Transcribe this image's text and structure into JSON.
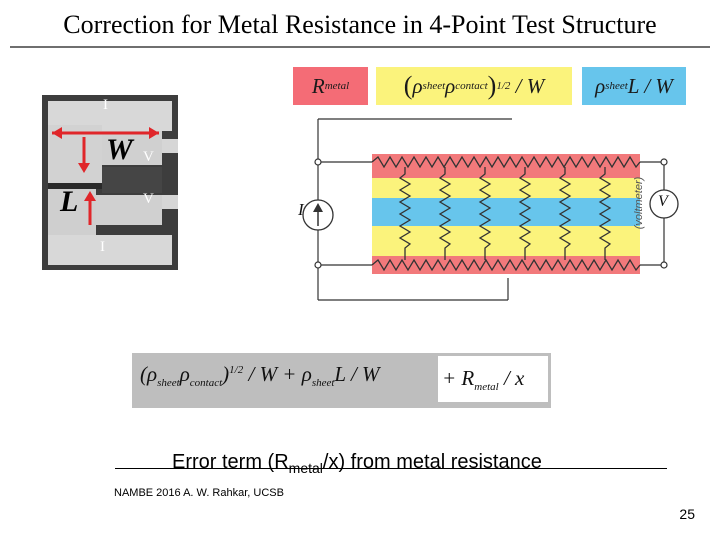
{
  "title": "Correction for Metal Resistance in 4-Point Test Structure",
  "term_boxes": {
    "metal": {
      "main": "R",
      "sub": "metal",
      "color": "#f46c76"
    },
    "contact": {
      "rho1": "ρ",
      "sub1": "sheet",
      "rho2": "ρ",
      "sub2": "contact",
      "sup": "1/2",
      "tail": " / W",
      "color": "#fbf37c"
    },
    "sheet": {
      "rho": "ρ",
      "sub": "sheet",
      "tail": "L / W",
      "color": "#67c5ec"
    }
  },
  "micrograph": {
    "current_top": "I",
    "current_bottom": "I",
    "voltage_top": "V",
    "voltage_bottom": "V",
    "width_label": "W",
    "length_label": "L"
  },
  "circuit": {
    "current_source": "I",
    "voltmeter": "V",
    "voltmeter_caption": "(voltmeter)",
    "band_colors": {
      "red": "#f2797b",
      "yellow": "#fbf37c",
      "blue": "#67c5ec"
    }
  },
  "formula": {
    "rho1": "(ρ",
    "sub1": "sheet",
    "rho2": "ρ",
    "sub2": "contact",
    "sup": "1/2",
    "mid": " / W + ρ",
    "sub3": "sheet",
    "tail": "L / W",
    "hl_plus": "+ R",
    "hl_sub": "metal",
    "hl_tail": " / x"
  },
  "error_note": {
    "pre": "Error term (R",
    "sub": "metal",
    "post": "/x) from metal resistance"
  },
  "footer": {
    "text": "NAMBE 2016 A. W. Rahkar, UCSB"
  },
  "page_number": "25"
}
